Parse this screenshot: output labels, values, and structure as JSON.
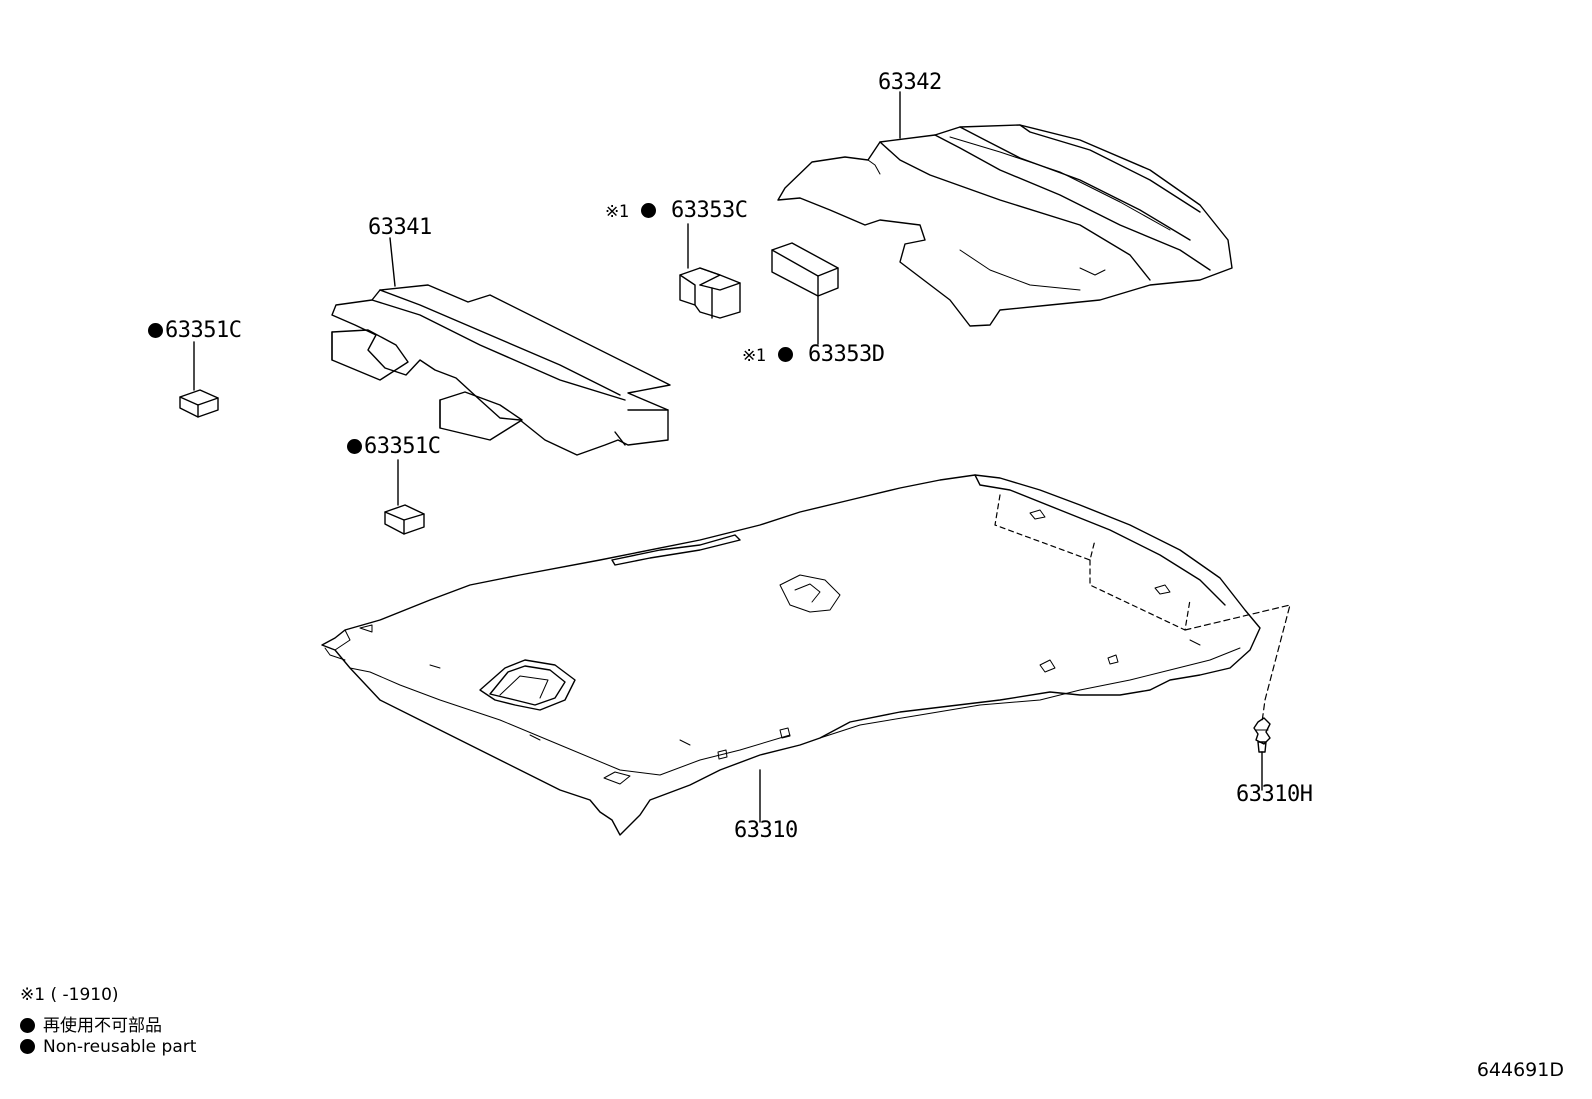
{
  "parts": {
    "p63342": "63342",
    "p63341": "63341",
    "p63353C": "63353C",
    "p63353D": "63353D",
    "p63351C_left": "63351C",
    "p63351C_center": "63351C",
    "p63310": "63310",
    "p63310H": "63310H"
  },
  "marks": {
    "note_mark_1": "※1",
    "note_mark_2": "※1"
  },
  "legend": {
    "note": "※1 (      -1910)",
    "nonreusable_ja": "再使用不可部品",
    "nonreusable_en": "Non-reusable part"
  },
  "illustration_code": "644691D"
}
